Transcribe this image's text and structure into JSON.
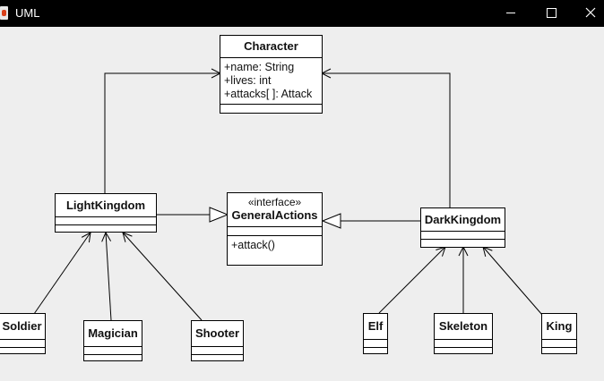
{
  "window": {
    "title": "UML",
    "icon": "java-cup-icon",
    "minimize_icon": "minimize-icon",
    "maximize_icon": "maximize-icon",
    "close_icon": "close-icon",
    "titlebar_color": "#000000",
    "canvas_color": "#eeeeee"
  },
  "diagram": {
    "classes": {
      "character": {
        "name": "Character",
        "attributes": [
          "+name: String",
          "+lives: int",
          "+attacks[ ]: Attack"
        ]
      },
      "light_kingdom": {
        "name": "LightKingdom"
      },
      "general_actions": {
        "stereotype": "«interface»",
        "name": "GeneralActions",
        "operations": [
          "+attack()"
        ]
      },
      "dark_kingdom": {
        "name": "DarkKingdom"
      },
      "soldier": {
        "name": "Soldier"
      },
      "magician": {
        "name": "Magician"
      },
      "shooter": {
        "name": "Shooter"
      },
      "elf": {
        "name": "Elf"
      },
      "skeleton": {
        "name": "Skeleton"
      },
      "king": {
        "name": "King"
      }
    },
    "relationships": [
      {
        "from": "LightKingdom",
        "to": "Character",
        "type": "association"
      },
      {
        "from": "DarkKingdom",
        "to": "Character",
        "type": "association"
      },
      {
        "from": "LightKingdom",
        "to": "GeneralActions",
        "type": "realization"
      },
      {
        "from": "DarkKingdom",
        "to": "GeneralActions",
        "type": "realization"
      },
      {
        "from": "Soldier",
        "to": "LightKingdom",
        "type": "association"
      },
      {
        "from": "Magician",
        "to": "LightKingdom",
        "type": "association"
      },
      {
        "from": "Shooter",
        "to": "LightKingdom",
        "type": "association"
      },
      {
        "from": "Elf",
        "to": "DarkKingdom",
        "type": "association"
      },
      {
        "from": "Skeleton",
        "to": "DarkKingdom",
        "type": "association"
      },
      {
        "from": "King",
        "to": "DarkKingdom",
        "type": "association"
      }
    ]
  }
}
